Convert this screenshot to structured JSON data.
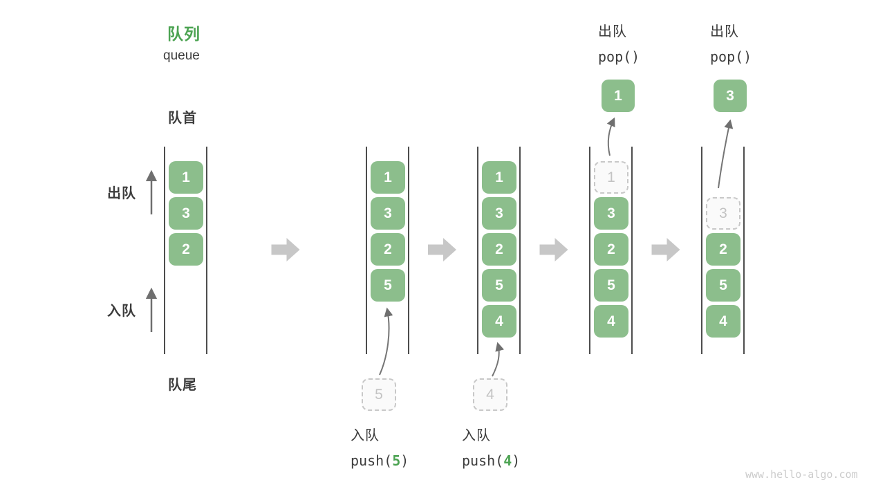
{
  "title": {
    "zh": "队列",
    "en": "queue"
  },
  "labels": {
    "front": "队首",
    "rear": "队尾",
    "dequeue": "出队",
    "enqueue": "入队"
  },
  "watermark": "www.hello-algo.com",
  "colors": {
    "box_green": "#8CBE8C",
    "accent_green": "#4CA352",
    "text_dark": "#3C3C3C",
    "block_arrow_gray": "#C7C7C7",
    "line_arrow_gray": "#757575",
    "dashed_gray": "#C8C8C8"
  },
  "states": [
    {
      "name": "initial",
      "cells": [
        {
          "slot": 0,
          "value": "1",
          "style": "solid"
        },
        {
          "slot": 1,
          "value": "3",
          "style": "solid"
        },
        {
          "slot": 2,
          "value": "2",
          "style": "solid"
        }
      ]
    },
    {
      "name": "after-push-5",
      "cells": [
        {
          "slot": 0,
          "value": "1",
          "style": "solid"
        },
        {
          "slot": 1,
          "value": "3",
          "style": "solid"
        },
        {
          "slot": 2,
          "value": "2",
          "style": "solid"
        },
        {
          "slot": 3,
          "value": "5",
          "style": "solid"
        }
      ],
      "staged": {
        "value": "5"
      },
      "op": {
        "position": "bottom",
        "label": "入队",
        "code": [
          {
            "text": "push(",
            "accent": false
          },
          {
            "text": "5",
            "accent": true
          },
          {
            "text": ")",
            "accent": false
          }
        ]
      }
    },
    {
      "name": "after-push-4",
      "cells": [
        {
          "slot": 0,
          "value": "1",
          "style": "solid"
        },
        {
          "slot": 1,
          "value": "3",
          "style": "solid"
        },
        {
          "slot": 2,
          "value": "2",
          "style": "solid"
        },
        {
          "slot": 3,
          "value": "5",
          "style": "solid"
        },
        {
          "slot": 4,
          "value": "4",
          "style": "solid"
        }
      ],
      "staged": {
        "value": "4"
      },
      "op": {
        "position": "bottom",
        "label": "入队",
        "code": [
          {
            "text": "push(",
            "accent": false
          },
          {
            "text": "4",
            "accent": true
          },
          {
            "text": ")",
            "accent": false
          }
        ]
      }
    },
    {
      "name": "after-pop-1",
      "cells": [
        {
          "slot": 0,
          "value": "1",
          "style": "dashed"
        },
        {
          "slot": 1,
          "value": "3",
          "style": "solid"
        },
        {
          "slot": 2,
          "value": "2",
          "style": "solid"
        },
        {
          "slot": 3,
          "value": "5",
          "style": "solid"
        },
        {
          "slot": 4,
          "value": "4",
          "style": "solid"
        }
      ],
      "popped": {
        "value": "1"
      },
      "op": {
        "position": "top",
        "label": "出队",
        "code": [
          {
            "text": "pop()",
            "accent": false
          }
        ]
      }
    },
    {
      "name": "after-pop-3",
      "cells": [
        {
          "slot": 1,
          "value": "3",
          "style": "dashed"
        },
        {
          "slot": 2,
          "value": "2",
          "style": "solid"
        },
        {
          "slot": 3,
          "value": "5",
          "style": "solid"
        },
        {
          "slot": 4,
          "value": "4",
          "style": "solid"
        }
      ],
      "popped": {
        "value": "3"
      },
      "op": {
        "position": "top",
        "label": "出队",
        "code": [
          {
            "text": "pop()",
            "accent": false
          }
        ]
      }
    }
  ]
}
